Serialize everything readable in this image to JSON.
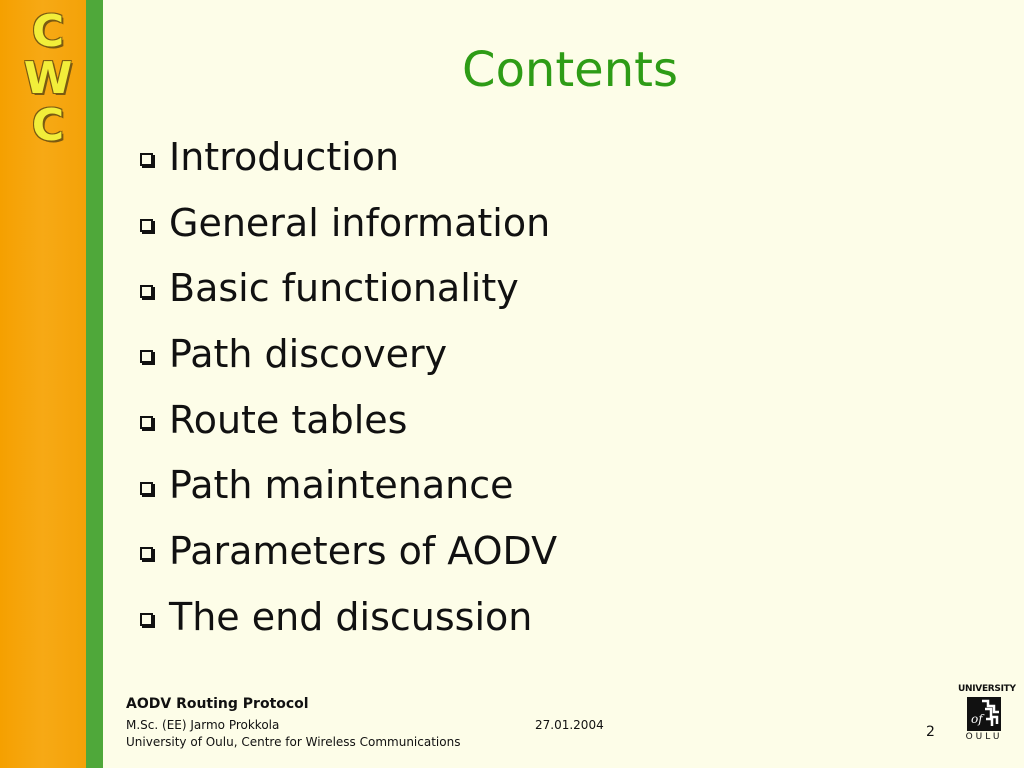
{
  "logo": {
    "letters": [
      "C",
      "W",
      "C"
    ]
  },
  "slide": {
    "title": "Contents",
    "bullets": [
      "Introduction",
      "General information",
      "Basic functionality",
      "Path discovery",
      "Route tables",
      "Path maintenance",
      "Parameters of AODV",
      "The end discussion"
    ]
  },
  "footer": {
    "presentation_title": "AODV Routing Protocol",
    "author": "M.Sc. (EE) Jarmo Prokkola",
    "organization": "University of Oulu, Centre for Wireless Communications",
    "date": "27.01.2004",
    "page_number": "2"
  },
  "university_logo": {
    "top_text": "UNIVERSITY",
    "middle_text": "of",
    "bottom_text": "OULU"
  },
  "colors": {
    "sidebar": "#f5a000",
    "stripe": "#4fa83a",
    "title": "#2e9c16",
    "background": "#fdfde8",
    "logo_letters": "#f2ee3a"
  }
}
